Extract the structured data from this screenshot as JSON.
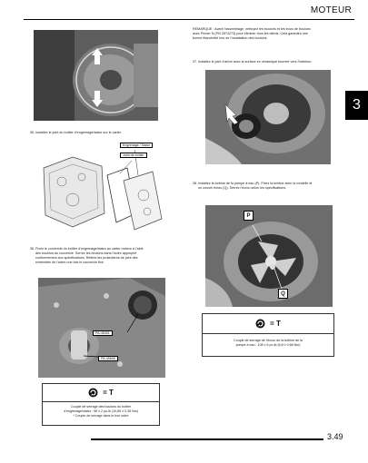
{
  "header": {
    "title": "MOTEUR"
  },
  "chapter_tab": "3",
  "left": {
    "step35": "35. Installez le joint du boîtier d’engrenage/stator sur le carter.",
    "diagram_labels": {
      "gear_stator": "Engrenage / Stator",
      "gasket": "Joint de boîtier"
    },
    "step36": [
      "36. Fixez le couvercle du boîtier d’engrenage/stator au carter moteur à l’aide",
      "des boulons du couvercle. Serrez les boulons dans l’ordre approprié",
      "conformément aux spécifications. Retirez les protecteurs de joint des",
      "extrémités de l’arbre une fois le couvercle fixé."
    ],
    "tool_labels": {
      "tool_a": "PA-45401",
      "tool_b": "PA-45658"
    },
    "torque": {
      "symbol_text": "= T",
      "lines": [
        "Couple de serrage des boulons du boîtier",
        "d’engrenage/stator : 96 ± 2 po-lb (10,85 ± 0,35 Nm)",
        "* Couple de serrage dans le bon ordre"
      ]
    }
  },
  "right": {
    "remark": [
      "REMARQUE : Avant l’assemblage, nettoyez les boulons et les trous de boulons",
      "avec Primer N (PN 2874273) pour éliminer tous les débris. Cela garantira une",
      "bonne étanchéité lors de l’installation des boulons."
    ],
    "step37": "37. Installez le joint d’arbre avec la surface en céramique tournée vers l’intérieur.",
    "step38": [
      "38. Installez la turbine de la pompe à eau (P). Fixez la turbine avec la rondelle et",
      "un nouvel écrou (Q). Serrez l’écrou selon les spécifications."
    ],
    "callouts": {
      "p": "P",
      "q": "Q"
    },
    "torque": {
      "symbol_text": "= T",
      "lines": [
        "Couple de serrage de l’écrou de la turbine de la",
        "pompe à eau : 108 ± 6 po-lb (6,8 ± 0,68 Nm)"
      ]
    }
  },
  "footer": {
    "page_number": "3.49"
  }
}
